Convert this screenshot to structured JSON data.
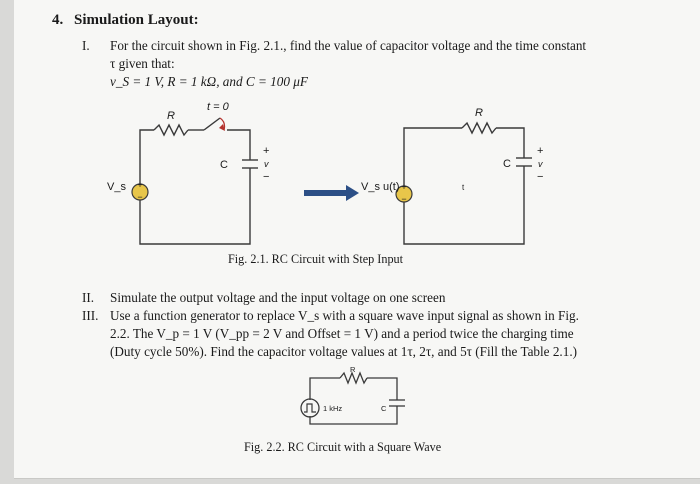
{
  "section": {
    "number": "4.",
    "title": "Simulation Layout:"
  },
  "item1": {
    "numeral": "I.",
    "line1": "For the circuit shown in Fig. 2.1., find the value of capacitor voltage and the time constant",
    "line2": "τ given that:",
    "line3": "v_S = 1 V, R = 1 kΩ, and C = 100 μF"
  },
  "fig1": {
    "switch_label": "t = 0",
    "r_label": "R",
    "c_label": "C",
    "v_label": "v",
    "plus": "+",
    "minus": "−",
    "source_left": "V_s",
    "source_right": "V_s u(t)",
    "small_t": "t",
    "caption": "Fig. 2.1. RC Circuit with Step Input"
  },
  "item2": {
    "numeral": "II.",
    "text": "Simulate the output voltage and the input voltage on one screen"
  },
  "item3": {
    "numeral": "III.",
    "line1": "Use a function generator to replace V_s with a square wave input signal as shown in Fig.",
    "line2": "2.2. The V_p = 1 V (V_pp = 2 V and Offset = 1 V) and a period twice the charging time",
    "line3": "(Duty cycle 50%). Find the capacitor voltage values at 1τ, 2τ, and 5τ (Fill the Table 2.1.)"
  },
  "fig2": {
    "r_label": "R",
    "freq_label": "1 kHz",
    "c_label": "C",
    "caption": "Fig. 2.2. RC Circuit with a Square Wave"
  },
  "colors": {
    "wire": "#3a3a3a",
    "source_fill": "#e8c64a",
    "arrow": "#2c4f86",
    "switch_red": "#b5332e"
  }
}
